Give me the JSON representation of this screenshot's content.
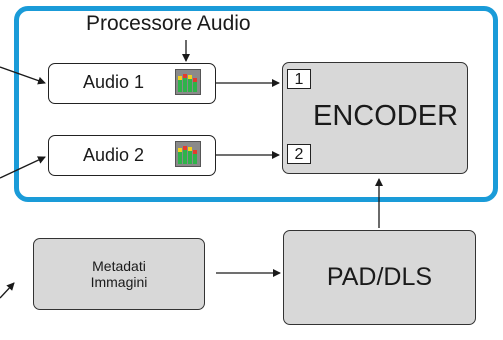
{
  "title": "Processore Audio",
  "audio1": {
    "label": "Audio 1"
  },
  "audio2": {
    "label": "Audio 2"
  },
  "encoder": {
    "label": "ENCODER",
    "port1": "1",
    "port2": "2"
  },
  "metadata": {
    "line1": "Metadati",
    "line2": "Immagini"
  },
  "pad": {
    "label": "PAD/DLS"
  },
  "colors": {
    "frame": "#1a9bd8",
    "box_fill": "#d8d8d8",
    "meter_bg": "#8a8a8a",
    "meter_green": "#2fb34a",
    "meter_yellow": "#f2d21b",
    "meter_red": "#e53b2c"
  },
  "icons": {
    "meter": "level-meter-icon"
  }
}
